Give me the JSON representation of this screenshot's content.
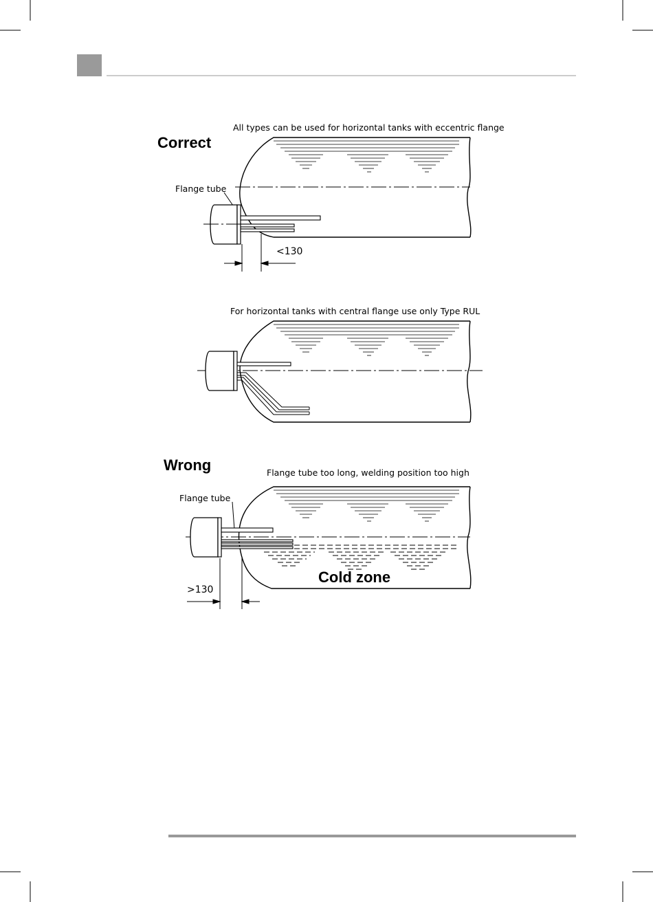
{
  "diagram1": {
    "heading": "Correct",
    "caption": "All types can be used for horizontal tanks with eccentric flange",
    "callout": "Flange tube",
    "dimension": "<130"
  },
  "diagram2": {
    "caption": "For horizontal tanks with central flange use only Type RUL"
  },
  "diagram3": {
    "heading": "Wrong",
    "caption": "Flange tube too long, welding position too high",
    "callout": "Flange tube",
    "zone_label": "Cold zone",
    "dimension": ">130"
  },
  "colors": {
    "header_block": "#9a9a9a",
    "rule": "#999999",
    "ink": "#000000"
  }
}
